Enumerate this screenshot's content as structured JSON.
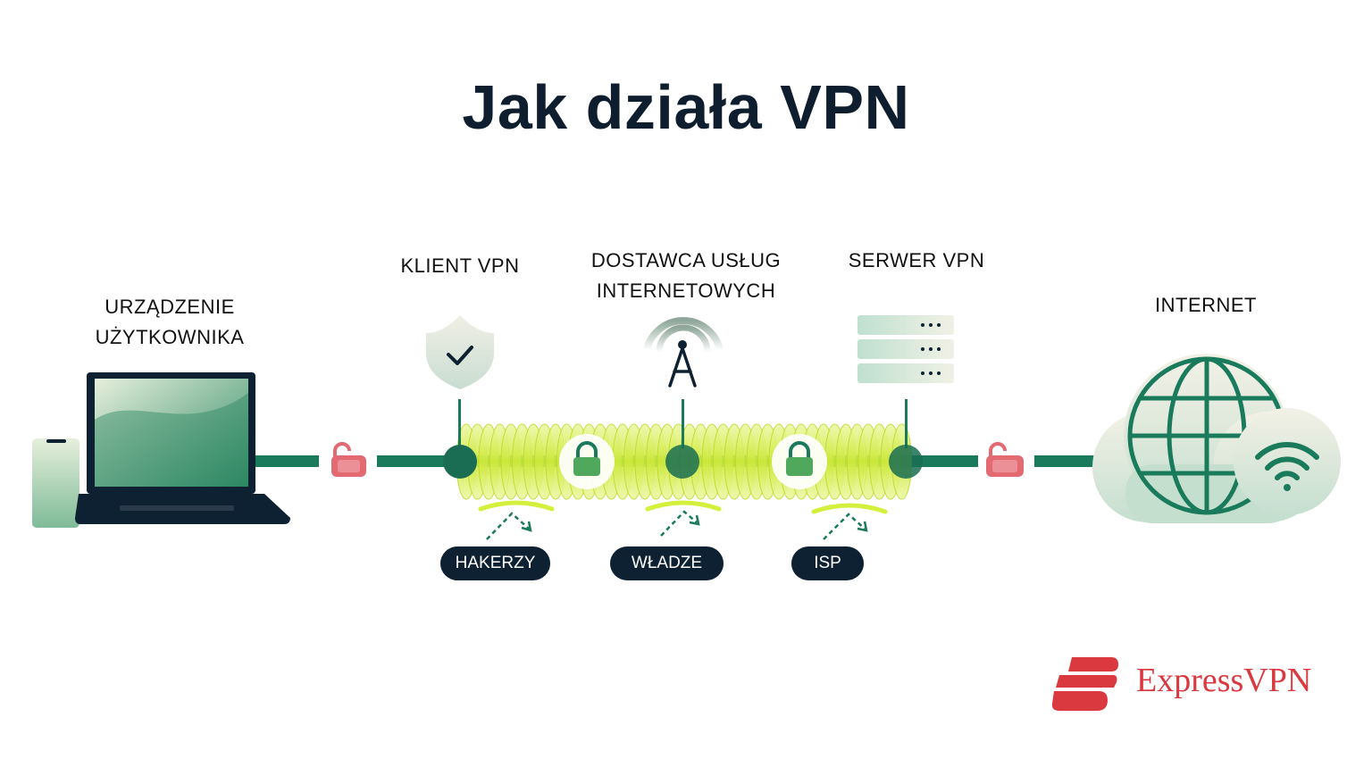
{
  "title": "Jak działa VPN",
  "nodes": {
    "device": "URZĄDZENIE\nUŻYTKOWNIKA",
    "client": "KLIENT VPN",
    "isp": "DOSTAWCA USŁUG\nINTERNETOWYCH",
    "server": "SERWER VPN",
    "internet": "INTERNET"
  },
  "threats": [
    "HAKERZY",
    "WŁADZE",
    "ISP"
  ],
  "brand": "ExpressVPN",
  "colors": {
    "line": "#1a7a5c",
    "tunnel": "#d4ef3c",
    "pill": "#0e2133",
    "brand": "#da3940",
    "unlocked": "#e46a72"
  }
}
